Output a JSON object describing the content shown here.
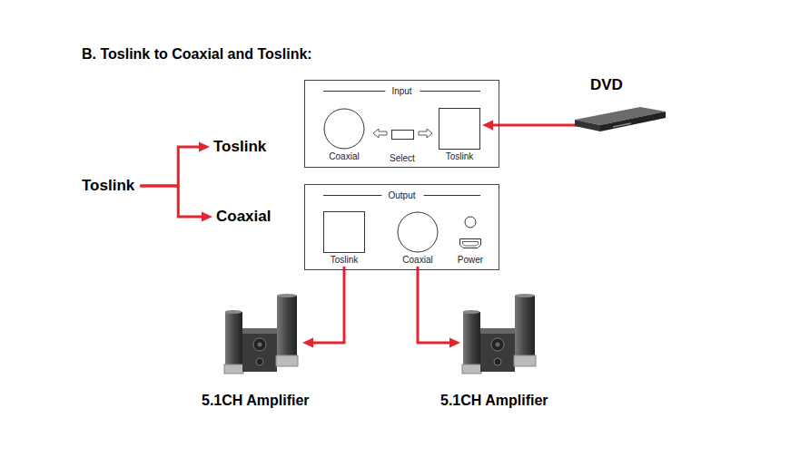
{
  "diagram": {
    "title": "B. Toslink to Coaxial and Toslink:",
    "nodes": [
      {
        "text": [
          "Input"
        ]
      },
      {
        "text": [
          "Coaxial"
        ],
        "in": 0
      },
      {
        "text": [
          "Select"
        ],
        "in": 0
      },
      {
        "text": [
          "Toslink"
        ],
        "in": 0
      },
      {
        "text": [
          "DVD"
        ]
      },
      {
        "text": [
          "Toslink"
        ]
      },
      {
        "text": [
          "Toslink"
        ]
      },
      {
        "text": [
          "Coaxial"
        ]
      },
      {
        "text": [
          "Output"
        ]
      },
      {
        "text": [
          "Toslink"
        ],
        "in": 8
      },
      {
        "text": [
          "Coaxial"
        ],
        "in": 8
      },
      {
        "text": [
          "Power"
        ],
        "in": 8
      },
      {
        "text": [
          "5.1CH Amplifier"
        ]
      },
      {
        "text": [
          "5.1CH Amplifier"
        ]
      }
    ],
    "edges": [
      {
        "from": 4,
        "to": 3,
        "arrow": "to"
      },
      {
        "from": 6,
        "to": 5,
        "arrow": "to"
      },
      {
        "from": 6,
        "to": 7,
        "arrow": "to"
      },
      {
        "from": 9,
        "to": 12,
        "arrow": "to"
      },
      {
        "from": 10,
        "to": 13,
        "arrow": "to"
      }
    ]
  }
}
